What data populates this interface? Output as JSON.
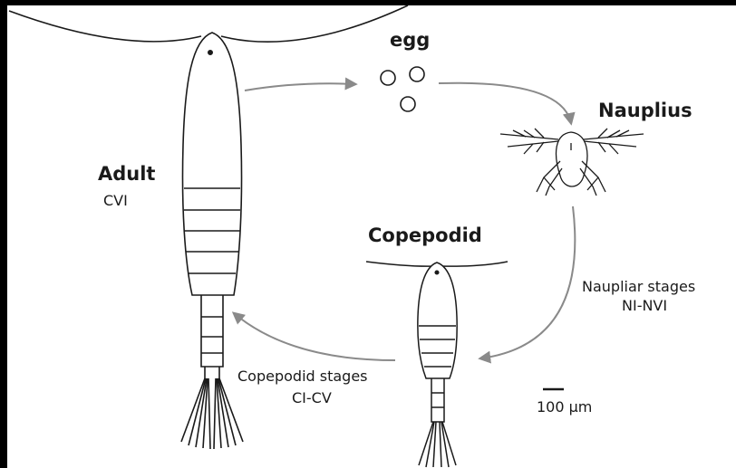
{
  "labels": {
    "egg": "egg",
    "nauplius": "Nauplius",
    "adult": "Adult",
    "adult_stage": "CVI",
    "copepodid": "Copepodid",
    "naupliar_stages": "Naupliar stages",
    "naupliar_range": "NI-NVI",
    "copepodid_stages": "Copepodid stages",
    "copepodid_range": "CI-CV",
    "scale": "100 µm"
  },
  "colors": {
    "frame": "#000000",
    "background": "#ffffff",
    "ink": "#1a1a1a",
    "arrow": "#8a8a8a"
  }
}
